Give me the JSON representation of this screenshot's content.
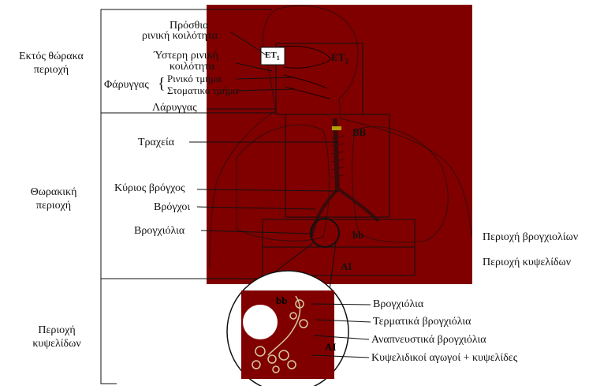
{
  "regions": {
    "extrathoracic": [
      "Εκτός θώρακα",
      "περιοχή"
    ],
    "thoracic": [
      "Θωρακική",
      "περιοχή"
    ],
    "alveolar": [
      "Περιοχή",
      "κυψελίδων"
    ]
  },
  "left_labels": {
    "anterior_nasal": [
      "Πρόσθια",
      "ρινική κοιλότητα"
    ],
    "posterior_nasal": [
      "Ύστερη ρινική",
      "κοιλότητα"
    ],
    "pharynx": "Φάρυγγας",
    "nasal_part": "Ρινικό τμήμα",
    "oral_part": "Στοματικό τμήμα",
    "larynx": "Λάρυγγας",
    "trachea": "Τραχεία",
    "main_bronchus": "Κύριος βρόγχος",
    "bronchi": "Βρόγχοι",
    "bronchioles": "Βρογχιόλια"
  },
  "right_labels": {
    "bronchiolar_region": "Περιοχή βρογχιολίων",
    "alveolar_region": "Περιοχή κυψελίδων"
  },
  "inset_labels": {
    "bronchioles": "Βρογχιόλια",
    "terminal_bronchioles": "Τερματικά βρογχιόλια",
    "respiratory_bronchioles": "Αναπνευστικά βρογχιόλια",
    "alveolar_ducts": "Κυψελιδικοί αγωγοί + κυψελίδες"
  },
  "box_labels": {
    "et1": "ET",
    "et1_sub": "1",
    "et2": "ET",
    "et2_sub": "2",
    "bb": "BB",
    "bb_small": "bb",
    "ai": "AI",
    "inset_bb": "bb",
    "inset_ai": "AI"
  },
  "colors": {
    "figure_fill": "#800000",
    "figure_line": "#3a0a0a",
    "text": "#111111"
  }
}
